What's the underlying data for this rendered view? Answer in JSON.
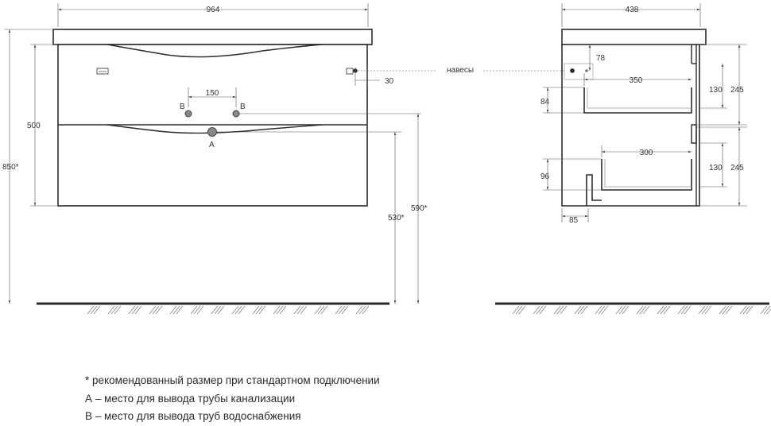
{
  "front_view": {
    "width": "964",
    "height_body": "500",
    "height_total": "850*",
    "height_530": "530*",
    "height_590": "590*",
    "pipe_spacing": "150",
    "label_b_left": "B",
    "label_b_right": "B",
    "label_a": "A",
    "hinge_offset": "30",
    "hinges_label": "навесы"
  },
  "side_view": {
    "depth": "438",
    "hinge_height": "78",
    "upper_drawer_depth": "350",
    "upper_drawer_offset": "84",
    "upper_inner": "130",
    "upper_section": "245",
    "lower_drawer_depth": "300",
    "lower_drawer_offset": "96",
    "lower_inner": "130",
    "lower_section": "245",
    "plinth": "85"
  },
  "notes": [
    "* рекомендованный размер при стандартном подключении",
    "А – место для вывода трубы канализации",
    "В – место для вывода труб водоснабжения"
  ],
  "colors": {
    "line": "#2b2b2b",
    "dim": "#555555"
  }
}
